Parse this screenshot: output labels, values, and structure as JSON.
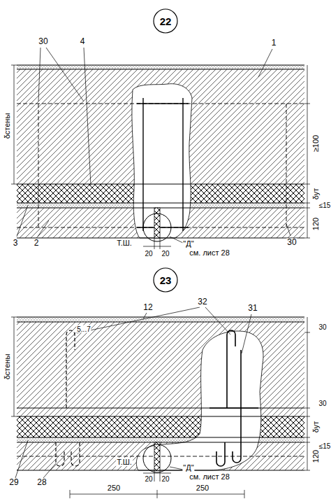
{
  "diagram": {
    "nodes": [
      {
        "text": [
          "22"
        ]
      },
      {
        "text": [
          "23"
        ]
      }
    ],
    "labels": [
      "30",
      "4",
      "1",
      "δстены",
      "≥100",
      "δут",
      "≤15",
      "120",
      "3",
      "2",
      "Т.Ш.",
      "20",
      "20",
      "\"Д\"",
      "см. лист 28",
      "30",
      "12",
      "32",
      "31",
      "5...7",
      "30",
      "δстены",
      "30",
      "δут",
      "≤15",
      "120",
      "29",
      "28",
      "Т.Ш.",
      "20",
      "20",
      "\"Д\"",
      "см. лист 28",
      "250",
      "250"
    ]
  }
}
